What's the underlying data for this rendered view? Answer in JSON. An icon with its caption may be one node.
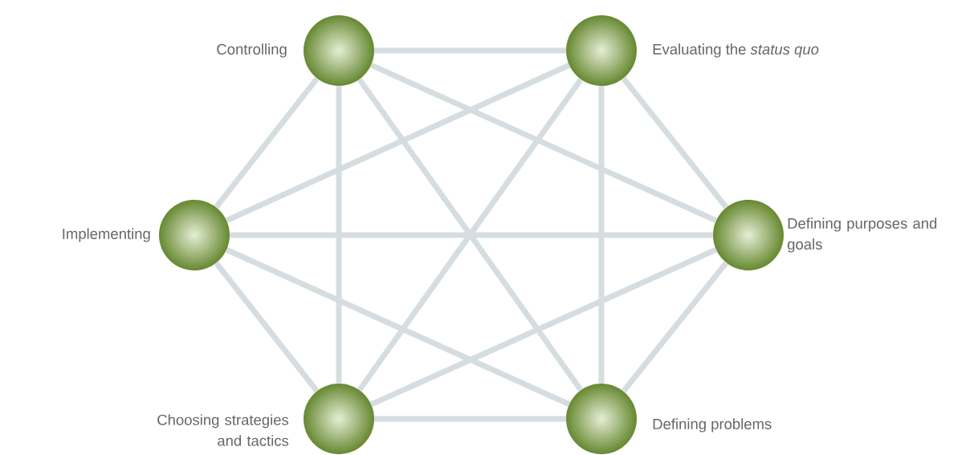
{
  "diagram": {
    "nodes": [
      {
        "text": [],
        "shape": "circle",
        "beside": [
          "Controlling"
        ]
      },
      {
        "text": [],
        "shape": "circle",
        "beside": [
          "Evaluating the *status quo*"
        ]
      },
      {
        "text": [],
        "shape": "circle",
        "beside": [
          "Defining purposes and goals"
        ]
      },
      {
        "text": [],
        "shape": "circle",
        "beside": [
          "Defining problems"
        ]
      },
      {
        "text": [],
        "shape": "circle",
        "beside": [
          "Choosing strategies and tactics"
        ]
      },
      {
        "text": [],
        "shape": "circle",
        "beside": [
          "Implementing"
        ]
      }
    ],
    "edges": [
      {
        "from": 0,
        "to": 1,
        "arrow": "none"
      },
      {
        "from": 0,
        "to": 2,
        "arrow": "none"
      },
      {
        "from": 0,
        "to": 3,
        "arrow": "none"
      },
      {
        "from": 0,
        "to": 4,
        "arrow": "none"
      },
      {
        "from": 0,
        "to": 5,
        "arrow": "none"
      },
      {
        "from": 1,
        "to": 2,
        "arrow": "none"
      },
      {
        "from": 1,
        "to": 3,
        "arrow": "none"
      },
      {
        "from": 1,
        "to": 4,
        "arrow": "none"
      },
      {
        "from": 1,
        "to": 5,
        "arrow": "none"
      },
      {
        "from": 2,
        "to": 3,
        "arrow": "none"
      },
      {
        "from": 2,
        "to": 4,
        "arrow": "none"
      },
      {
        "from": 2,
        "to": 5,
        "arrow": "none"
      },
      {
        "from": 3,
        "to": 4,
        "arrow": "none"
      },
      {
        "from": 3,
        "to": 5,
        "arrow": "none"
      },
      {
        "from": 4,
        "to": 5,
        "arrow": "none"
      }
    ]
  }
}
